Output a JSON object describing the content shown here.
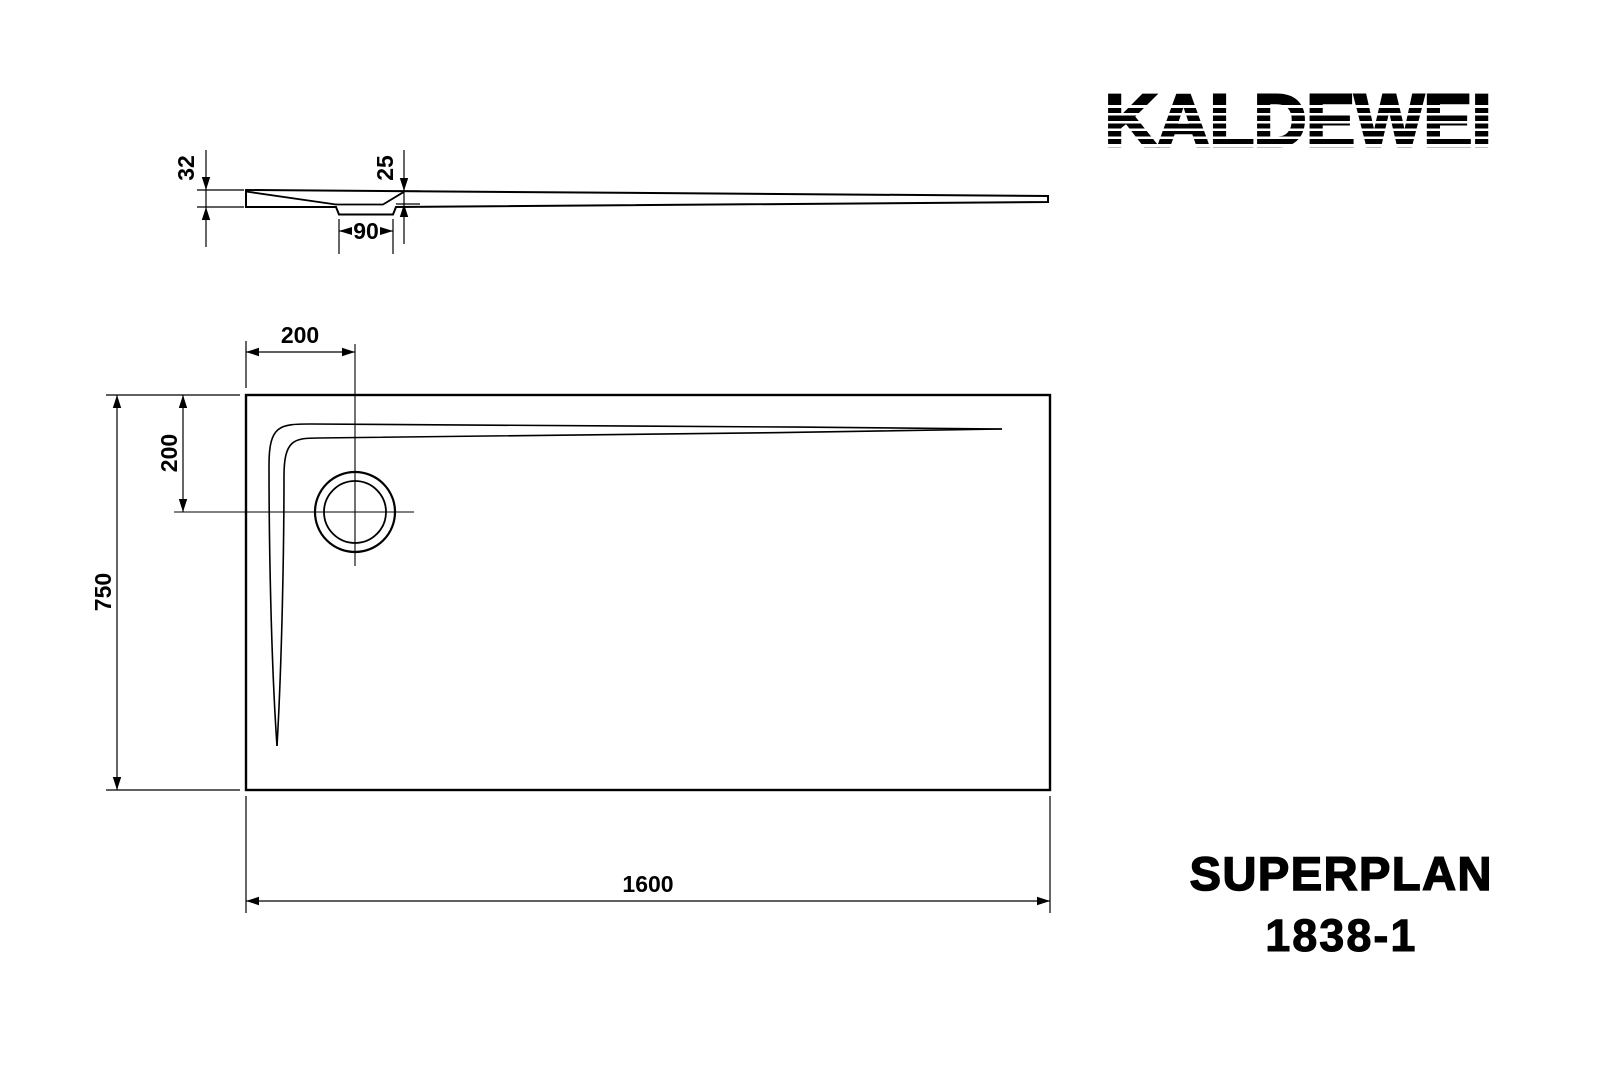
{
  "brand": {
    "logo_text": "KALDEWEI"
  },
  "title": {
    "series": "SUPERPLAN",
    "model": "1838-1"
  },
  "drawing": {
    "profile_view": {
      "dim_height_left_mm": "32",
      "dim_height_right_mm": "25",
      "dim_drain_recess_width_mm": "90"
    },
    "plan_view": {
      "dim_drain_offset_from_left_mm": "200",
      "dim_drain_offset_from_top_mm": "200",
      "dim_depth_mm": "750",
      "dim_width_mm": "1600"
    }
  },
  "colors": {
    "line": "#000000",
    "background": "#ffffff"
  }
}
